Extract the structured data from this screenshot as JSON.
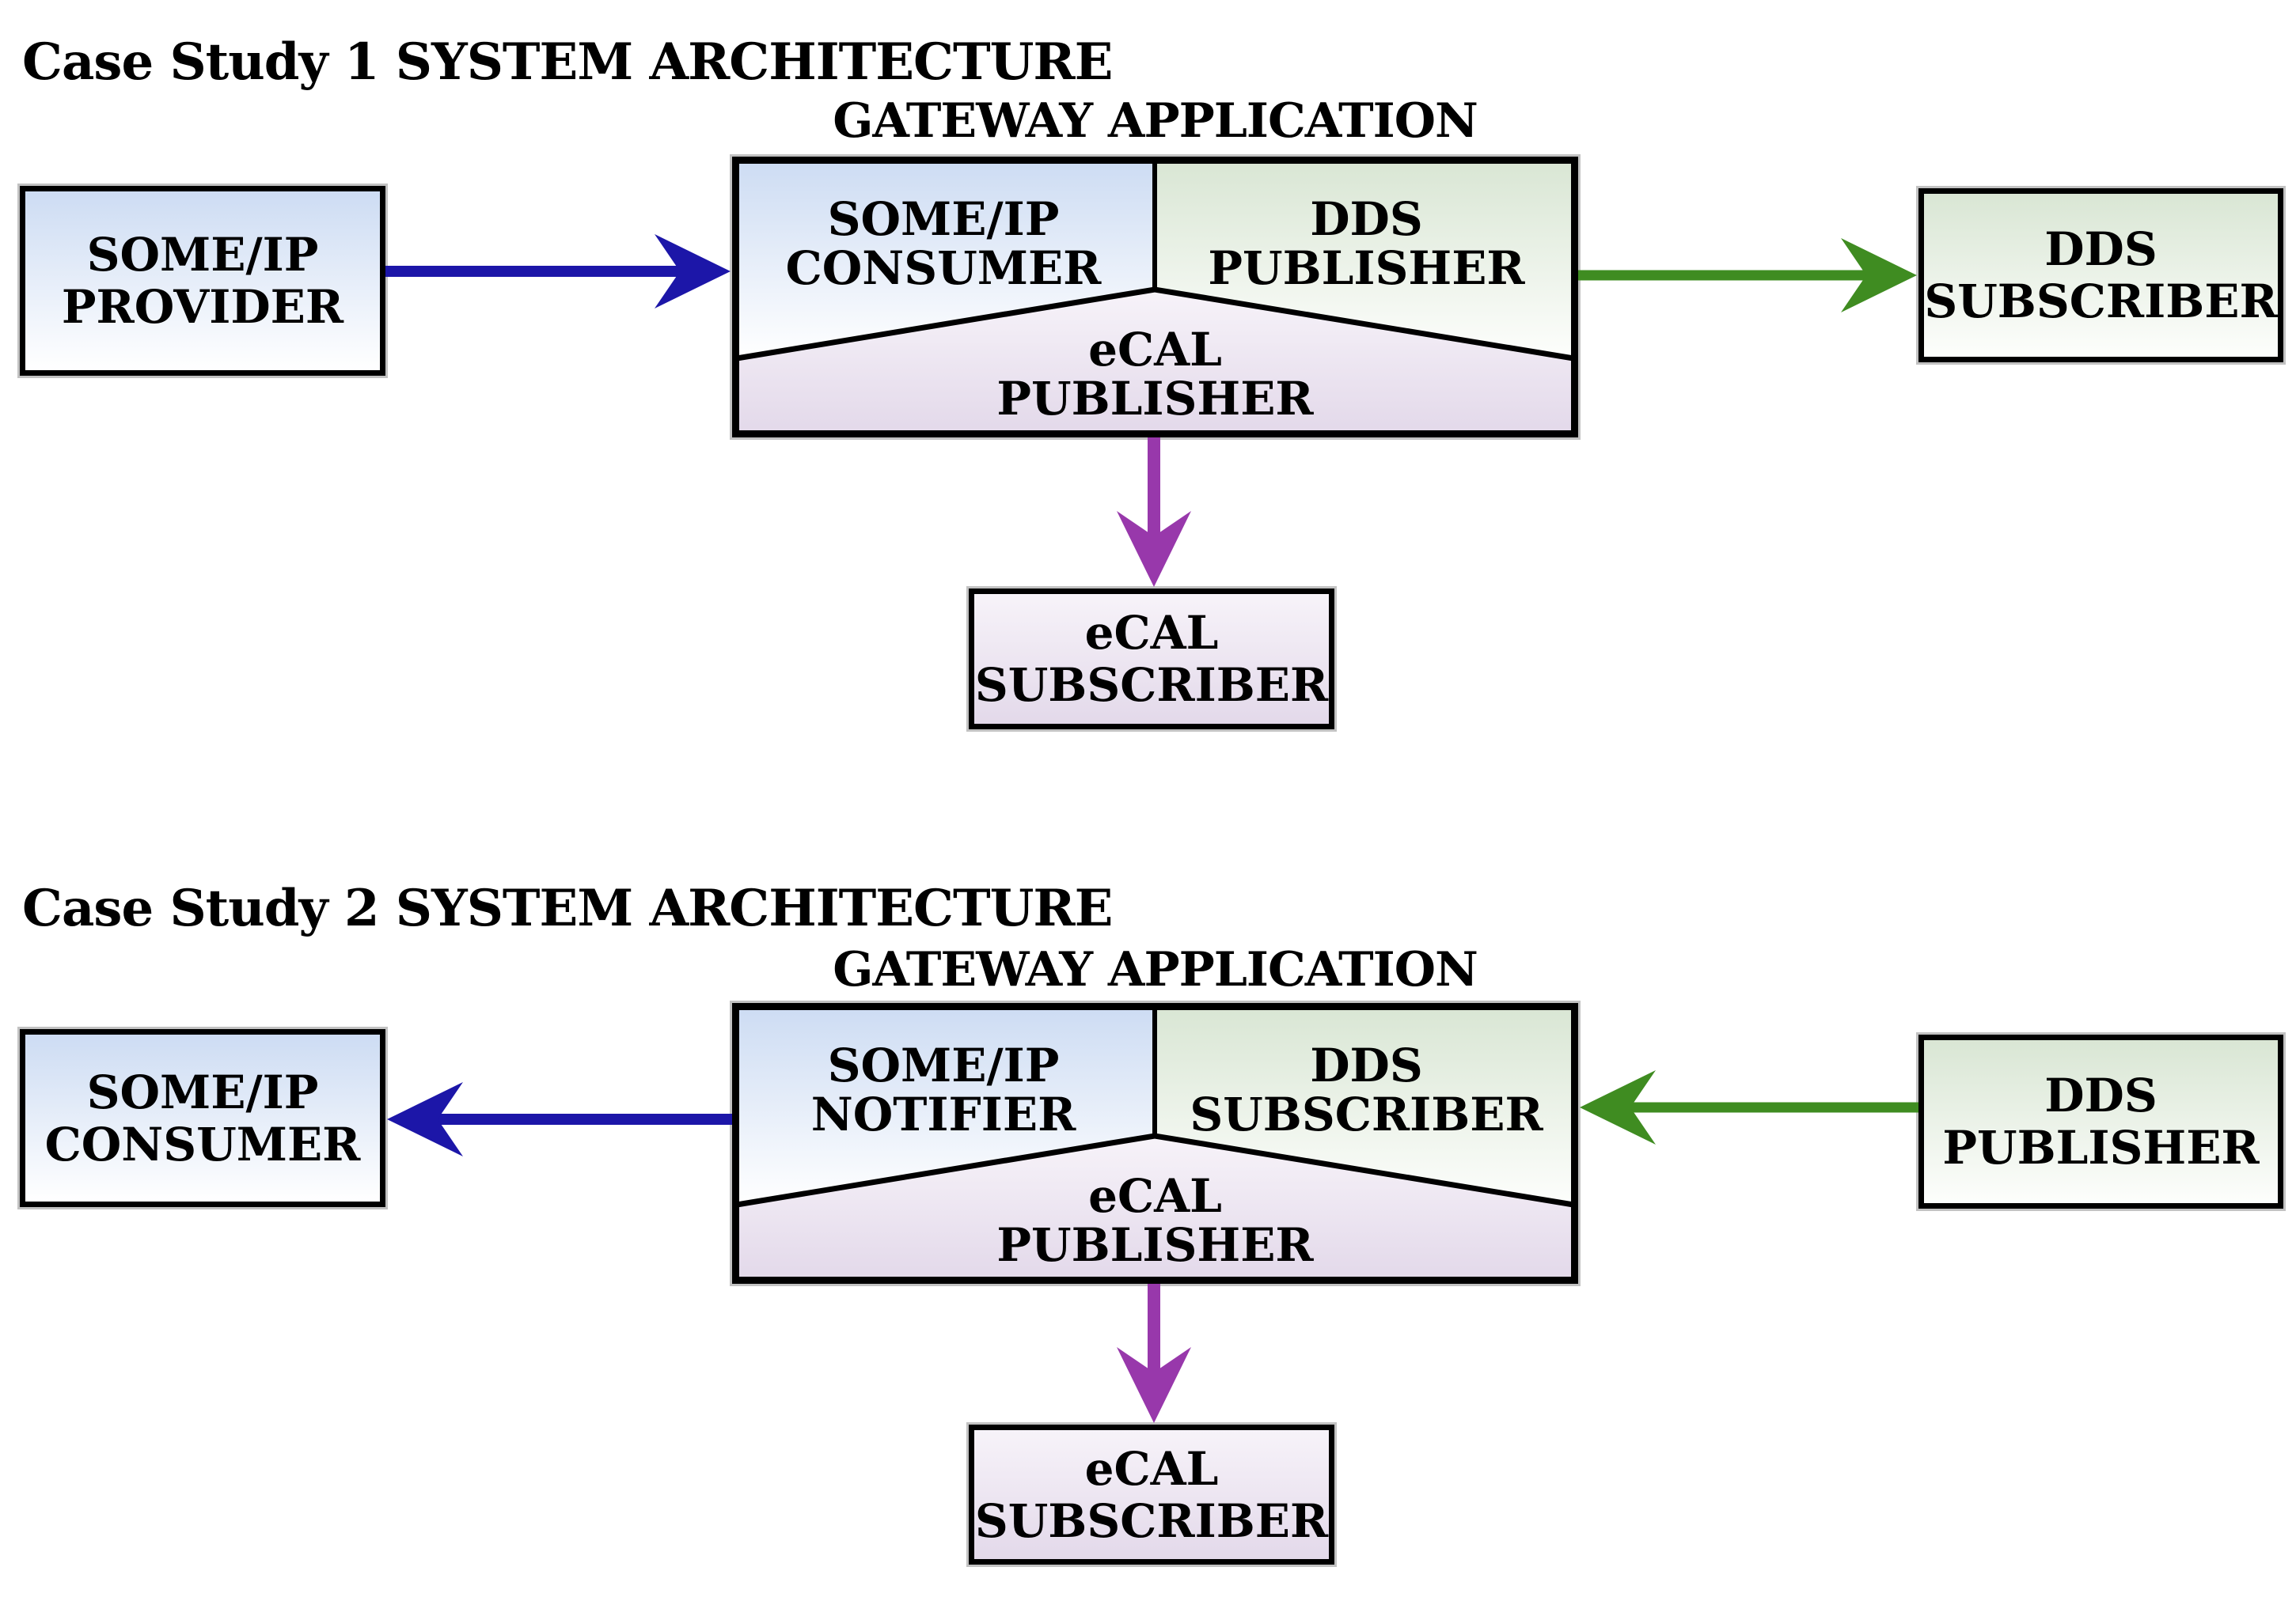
{
  "colors": {
    "background": "#ffffff",
    "box_border": "#000000",
    "box_ring": "#c2c2c2",
    "blue_box_top": "#cddcf3",
    "blue_box_bottom": "#ffffff",
    "green_box_top": "#d9e6d4",
    "green_box_bottom": "#fdfefc",
    "lavender_box_top": "#f7f3f9",
    "lavender_box_bottom": "#e3d9ea",
    "arrow_blue": "#1c16a8",
    "arrow_green": "#3f8c21",
    "arrow_purple": "#9838ab"
  },
  "case_study_1": {
    "title": "Case Study 1 SYSTEM ARCHITECTURE",
    "gateway": {
      "label": "GATEWAY APPLICATION",
      "someip_cell": {
        "line1": "SOME/IP",
        "line2": "CONSUMER"
      },
      "dds_cell": {
        "line1": "DDS",
        "line2": "PUBLISHER"
      },
      "ecal_cell": {
        "line1": "eCAL",
        "line2": "PUBLISHER"
      }
    },
    "someip_box": {
      "line1": "SOME/IP",
      "line2": "PROVIDER"
    },
    "dds_box": {
      "line1": "DDS",
      "line2": "SUBSCRIBER"
    },
    "ecal_box": {
      "line1": "eCAL",
      "line2": "SUBSCRIBER"
    },
    "flows": [
      {
        "from": "SOME/IP PROVIDER",
        "to": "GATEWAY SOME/IP CONSUMER",
        "direction": "right",
        "color": "#1c16a8"
      },
      {
        "from": "GATEWAY DDS PUBLISHER",
        "to": "DDS SUBSCRIBER",
        "direction": "right",
        "color": "#3f8c21"
      },
      {
        "from": "GATEWAY eCAL PUBLISHER",
        "to": "eCAL SUBSCRIBER",
        "direction": "down",
        "color": "#9838ab"
      }
    ]
  },
  "case_study_2": {
    "title": "Case Study 2 SYSTEM ARCHITECTURE",
    "gateway": {
      "label": "GATEWAY APPLICATION",
      "someip_cell": {
        "line1": "SOME/IP",
        "line2": "NOTIFIER"
      },
      "dds_cell": {
        "line1": "DDS",
        "line2": "SUBSCRIBER"
      },
      "ecal_cell": {
        "line1": "eCAL",
        "line2": "PUBLISHER"
      }
    },
    "someip_box": {
      "line1": "SOME/IP",
      "line2": "CONSUMER"
    },
    "dds_box": {
      "line1": "DDS",
      "line2": "PUBLISHER"
    },
    "ecal_box": {
      "line1": "eCAL",
      "line2": "SUBSCRIBER"
    },
    "flows": [
      {
        "from": "GATEWAY SOME/IP NOTIFIER",
        "to": "SOME/IP CONSUMER",
        "direction": "left",
        "color": "#1c16a8"
      },
      {
        "from": "DDS PUBLISHER",
        "to": "GATEWAY DDS SUBSCRIBER",
        "direction": "left",
        "color": "#3f8c21"
      },
      {
        "from": "GATEWAY eCAL PUBLISHER",
        "to": "eCAL SUBSCRIBER",
        "direction": "down",
        "color": "#9838ab"
      }
    ]
  }
}
